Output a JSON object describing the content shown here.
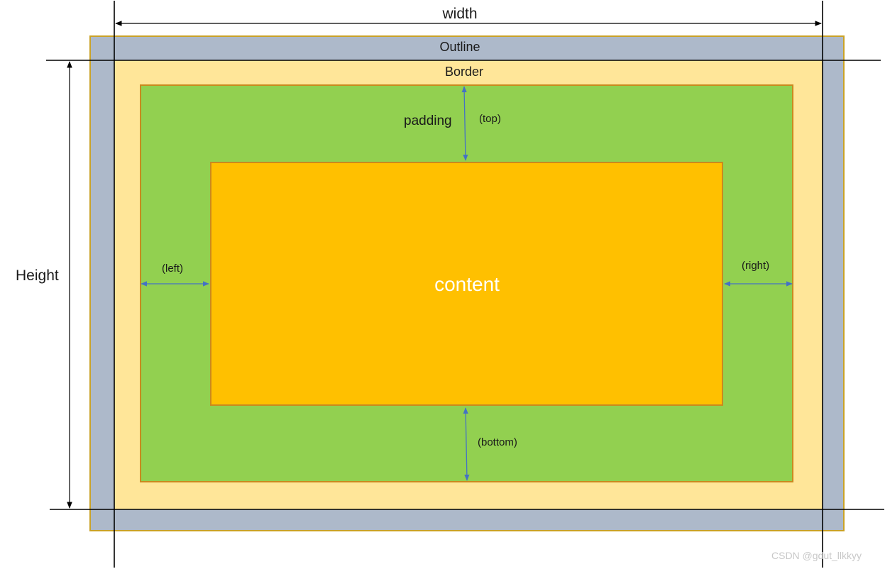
{
  "diagram": {
    "labels": {
      "width": "width",
      "height": "Height",
      "outline": "Outline",
      "border": "Border",
      "padding": "padding",
      "top": "(top)",
      "left": "(left)",
      "right": "(right)",
      "bottom": "(bottom)",
      "content": "content"
    },
    "watermark": "CSDN @gdut_llkkyy",
    "colors": {
      "outline": "#adb9ca",
      "border": "#ffe699",
      "padding": "#92d050",
      "content": "#ffc000",
      "edge": "#c9a227",
      "arrow": "#4472c4",
      "dimension": "#000000"
    }
  }
}
